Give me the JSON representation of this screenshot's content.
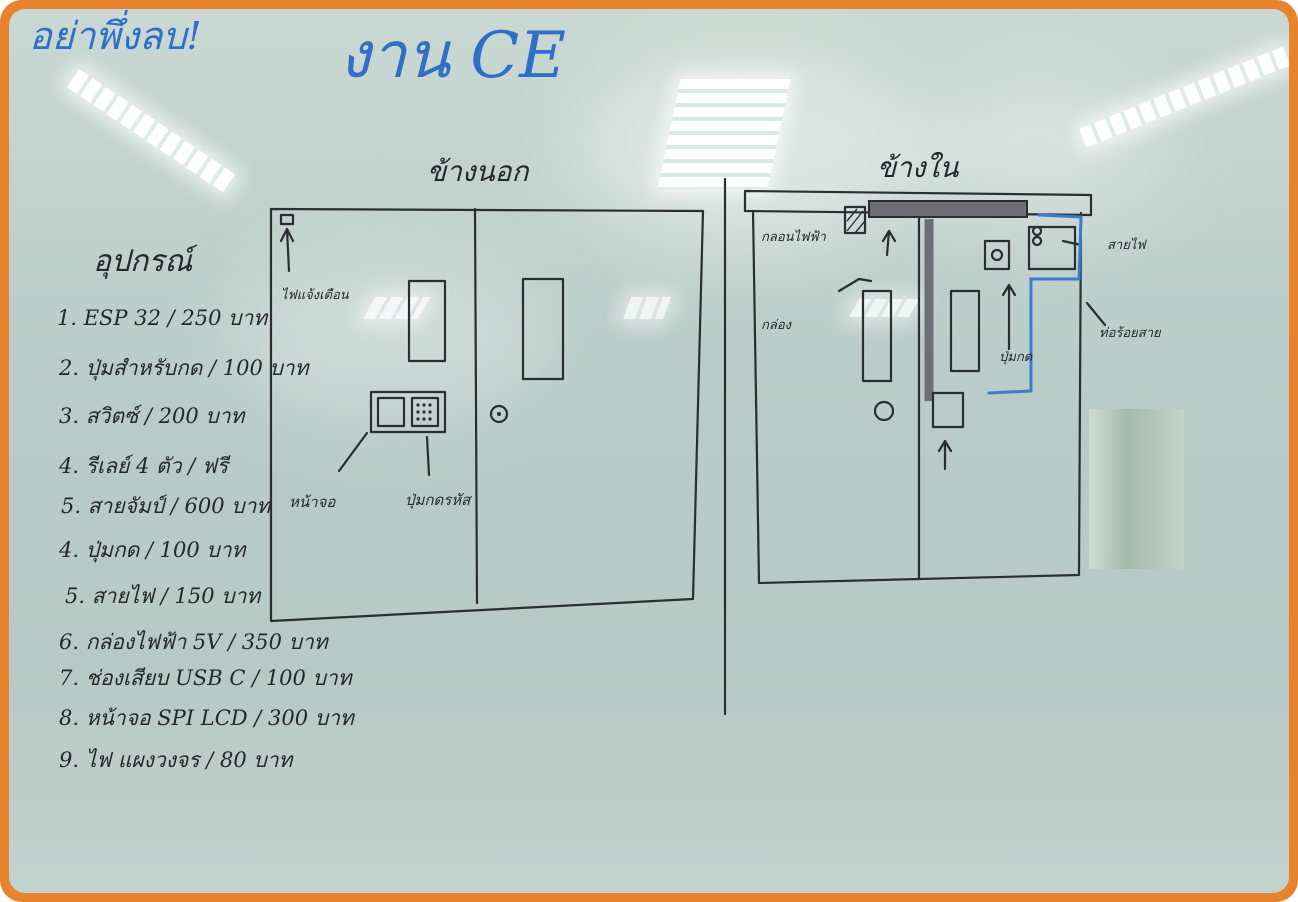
{
  "whiteboard": {
    "header_text": "งาน CE",
    "corner_text": "อย่าพึ่งลบ!",
    "list_title": "อุปกรณ์",
    "equipment_list": [
      "1. ESP 32 / 250 บาท",
      "2. ปุ่มสำหรับกด / 100 บาท",
      "3. สวิตซ์ / 200 บาท",
      "4. รีเลย์ 4 ตัว / ฟรี",
      "5. สายจัมป์ / 600 บาท",
      "4. ปุ่มกด / 100 บาท",
      "5. สายไฟ / 150 บาท",
      "6. กล่องไฟฟ้า 5V / 350 บาท",
      "7. ช่องเสียบ USB C / 100 บาท",
      "8. หน้าจอ SPI LCD / 300 บาท",
      "9. ไฟ แผงวงจร / 80 บาท"
    ],
    "outside_title": "ข้างนอก",
    "inside_title": "ข้างใน",
    "outside_labels": {
      "indicator": "ไฟแจ้งเตือน",
      "screen": "หน้าจอ",
      "keypad": "ปุ่มกดรหัส"
    },
    "inside_labels": {
      "electric_lock": "กลอนไฟฟ้า",
      "box": "กล่อง",
      "button": "ปุ่มกด",
      "blue_wire": "สายไฟ",
      "wire_route": "ท่อร้อยสาย"
    }
  }
}
